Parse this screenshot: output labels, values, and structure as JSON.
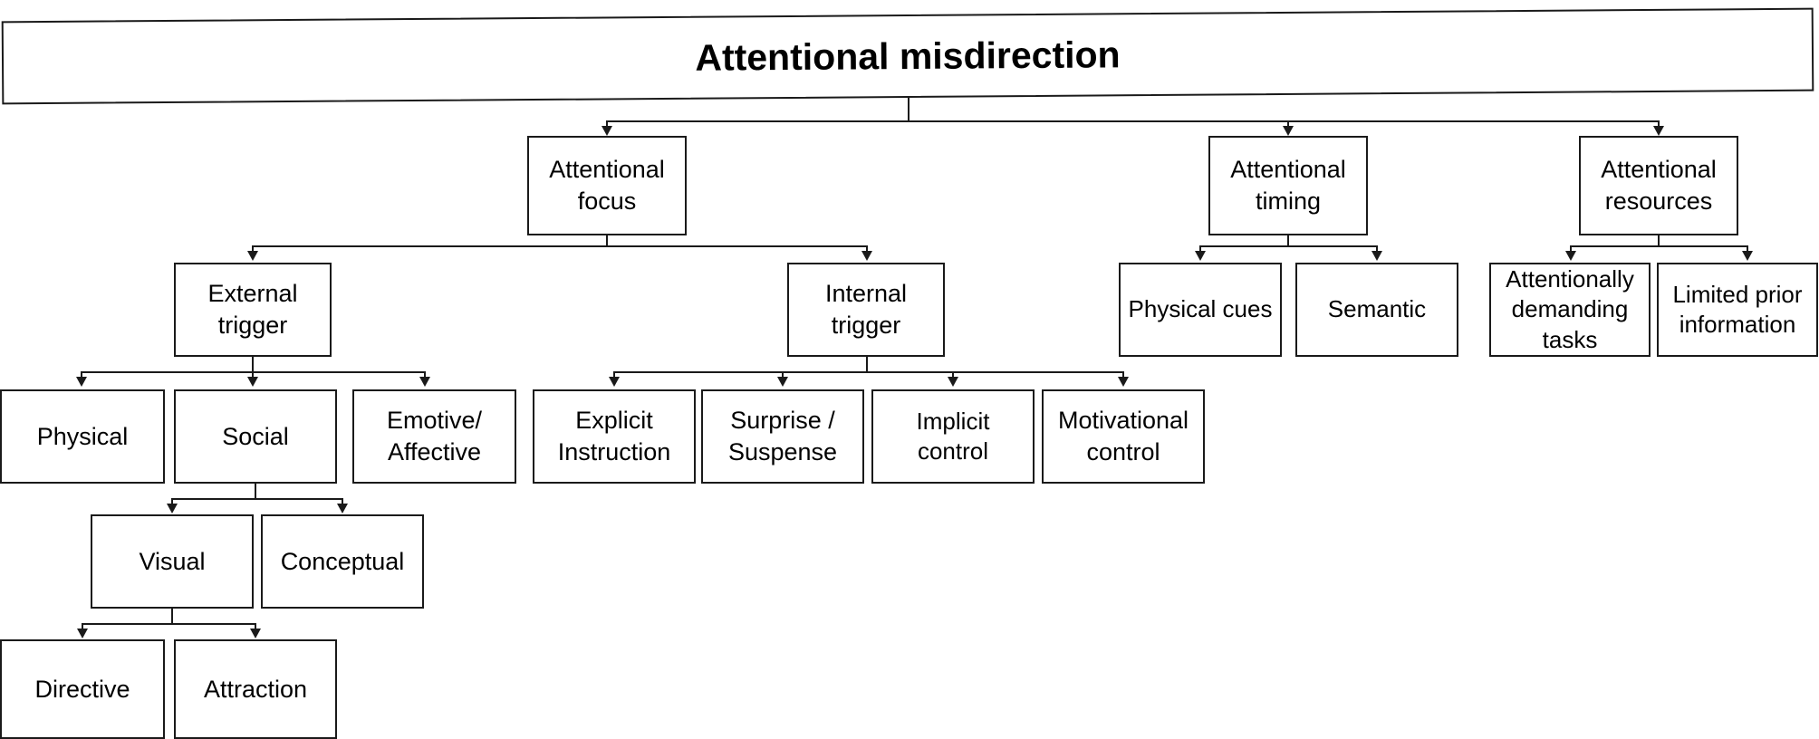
{
  "diagram": {
    "title": "Attentional misdirection",
    "type": "hierarchy-tree",
    "orientation": "top-down",
    "box_fill": "#ffffff",
    "line_color": "#1a1a1a",
    "text_color": "#000000",
    "levels": 6
  },
  "nodes": {
    "root": "Attentional misdirection",
    "focus": "Attentional\nfocus",
    "timing": "Attentional\ntiming",
    "resources": "Attentional\nresources",
    "external_trigger": "External\ntrigger",
    "internal_trigger": "Internal trigger",
    "physical_cues": "Physical cues",
    "semantic": "Semantic",
    "attentionally_demanding_tasks": "Attentionally\ndemanding\ntasks",
    "limited_prior_information": "Limited prior\ninformation",
    "physical": "Physical",
    "social": "Social",
    "emotive_affective": "Emotive/\nAffective",
    "explicit_instruction": "Explicit\nInstruction",
    "surprise_suspense": "Surprise /\nSuspense",
    "implicit_control": "Implicit control",
    "motivational_control": "Motivational\ncontrol",
    "visual": "Visual",
    "conceptual": "Conceptual",
    "directive": "Directive",
    "attraction": "Attraction"
  },
  "edges": [
    {
      "from": "root",
      "to": "focus"
    },
    {
      "from": "root",
      "to": "timing"
    },
    {
      "from": "root",
      "to": "resources"
    },
    {
      "from": "focus",
      "to": "external_trigger"
    },
    {
      "from": "focus",
      "to": "internal_trigger"
    },
    {
      "from": "timing",
      "to": "physical_cues"
    },
    {
      "from": "timing",
      "to": "semantic"
    },
    {
      "from": "resources",
      "to": "attentionally_demanding_tasks"
    },
    {
      "from": "resources",
      "to": "limited_prior_information"
    },
    {
      "from": "external_trigger",
      "to": "physical"
    },
    {
      "from": "external_trigger",
      "to": "social"
    },
    {
      "from": "external_trigger",
      "to": "emotive_affective"
    },
    {
      "from": "internal_trigger",
      "to": "explicit_instruction"
    },
    {
      "from": "internal_trigger",
      "to": "surprise_suspense"
    },
    {
      "from": "internal_trigger",
      "to": "implicit_control"
    },
    {
      "from": "internal_trigger",
      "to": "motivational_control"
    },
    {
      "from": "social",
      "to": "visual"
    },
    {
      "from": "social",
      "to": "conceptual"
    },
    {
      "from": "visual",
      "to": "directive"
    },
    {
      "from": "visual",
      "to": "attraction"
    }
  ]
}
